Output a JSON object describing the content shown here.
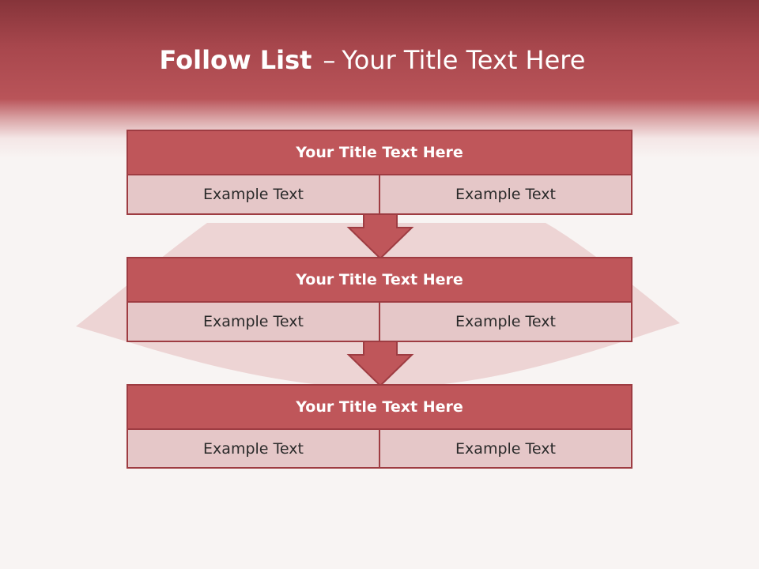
{
  "slide": {
    "title_bold": "Follow List",
    "title_dash": "–",
    "title_rest": "Your Title Text Here"
  },
  "colors": {
    "header_dark": "#86343a",
    "header_mid": "#b95459",
    "block_title_fill": "#bf565a",
    "block_cell_fill": "#e5c7c8",
    "border": "#9e3c42",
    "page_background": "#f8f4f3"
  },
  "blocks": [
    {
      "title": "Your Title Text Here",
      "cells": [
        "Example Text",
        "Example Text"
      ]
    },
    {
      "title": "Your Title Text Here",
      "cells": [
        "Example Text",
        "Example Text"
      ]
    },
    {
      "title": "Your Title Text Here",
      "cells": [
        "Example Text",
        "Example Text"
      ]
    }
  ],
  "connectors": [
    "down-arrow-icon",
    "down-arrow-icon"
  ],
  "background_graphic": "lips-icon"
}
